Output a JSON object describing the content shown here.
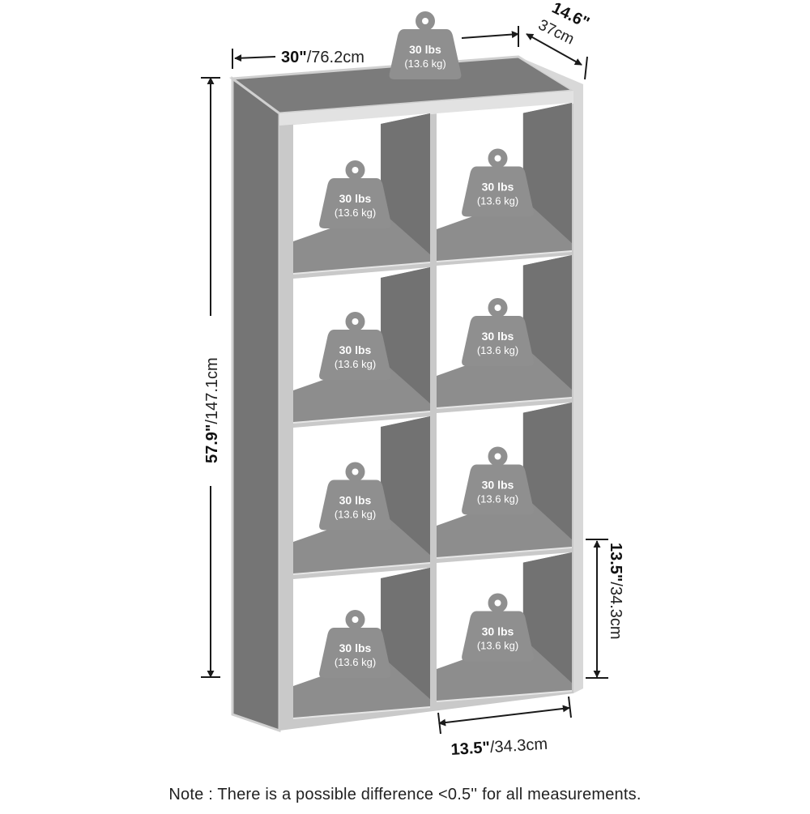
{
  "dimensions": {
    "width": {
      "value": "30\"",
      "metric": "/76.2cm"
    },
    "depth": {
      "value": "14.6\"",
      "metric": "37cm"
    },
    "height": {
      "value": "57.9\"",
      "metric": "/147.1cm"
    },
    "cube_height": {
      "value": "13.5\"",
      "metric": "/34.3cm"
    },
    "cube_width": {
      "value": "13.5\"",
      "metric": "/34.3cm"
    }
  },
  "weight_capacity": {
    "top": {
      "lbs": "30 lbs",
      "kg": "(13.6 kg)"
    },
    "cubes": [
      {
        "lbs": "30 lbs",
        "kg": "(13.6 kg)"
      },
      {
        "lbs": "30 lbs",
        "kg": "(13.6 kg)"
      },
      {
        "lbs": "30 lbs",
        "kg": "(13.6 kg)"
      },
      {
        "lbs": "30 lbs",
        "kg": "(13.6 kg)"
      },
      {
        "lbs": "30 lbs",
        "kg": "(13.6 kg)"
      },
      {
        "lbs": "30 lbs",
        "kg": "(13.6 kg)"
      },
      {
        "lbs": "30 lbs",
        "kg": "(13.6 kg)"
      },
      {
        "lbs": "30 lbs",
        "kg": "(13.6 kg)"
      }
    ]
  },
  "note": "Note : There is a possible difference <0.5'' for all measurements.",
  "colors": {
    "frame": "#757575",
    "cube_back": "#727272",
    "shelf_top": "#8d8d8d",
    "edge": "#c9c9c9",
    "weight_icon": "#8f8f8f",
    "line": "#1a1a1a"
  }
}
